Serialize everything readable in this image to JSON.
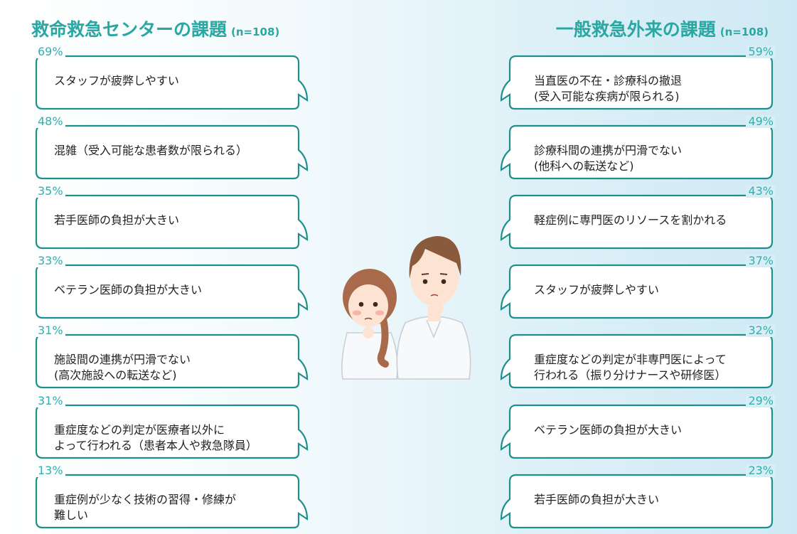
{
  "left": {
    "title": "救命救急センターの課題",
    "n_label": "(n=108)",
    "items": [
      {
        "pct": "69%",
        "text": "スタッフが疲弊しやすい"
      },
      {
        "pct": "48%",
        "text": "混雑（受入可能な患者数が限られる）"
      },
      {
        "pct": "35%",
        "text": "若手医師の負担が大きい"
      },
      {
        "pct": "33%",
        "text": "ベテラン医師の負担が大きい"
      },
      {
        "pct": "31%",
        "text": "施設間の連携が円滑でない\n(高次施設への転送など)"
      },
      {
        "pct": "31%",
        "text": "重症度などの判定が医療者以外に\nよって行われる（患者本人や救急隊員）"
      },
      {
        "pct": "13%",
        "text": "重症例が少なく技術の習得・修練が\n難しい"
      }
    ]
  },
  "right": {
    "title": "一般救急外来の課題",
    "n_label": "(n=108)",
    "items": [
      {
        "pct": "59%",
        "text": "当直医の不在・診療科の撤退\n(受入可能な疾病が限られる)"
      },
      {
        "pct": "49%",
        "text": "診療科間の連携が円滑でない\n(他科への転送など)"
      },
      {
        "pct": "43%",
        "text": "軽症例に専門医のリソースを割かれる"
      },
      {
        "pct": "37%",
        "text": "スタッフが疲弊しやすい"
      },
      {
        "pct": "32%",
        "text": "重症度などの判定が非専門医によって\n行われる（振り分けナースや研修医）"
      },
      {
        "pct": "29%",
        "text": "ベテラン医師の負担が大きい"
      },
      {
        "pct": "23%",
        "text": "若手医師の負担が大きい"
      }
    ]
  },
  "colors": {
    "accent": "#2ba7a3",
    "bubble_stroke": "#1f8f8b",
    "text": "#222222"
  },
  "illustration": {
    "icon": "thinking-doctor-and-nurse-illustration"
  }
}
